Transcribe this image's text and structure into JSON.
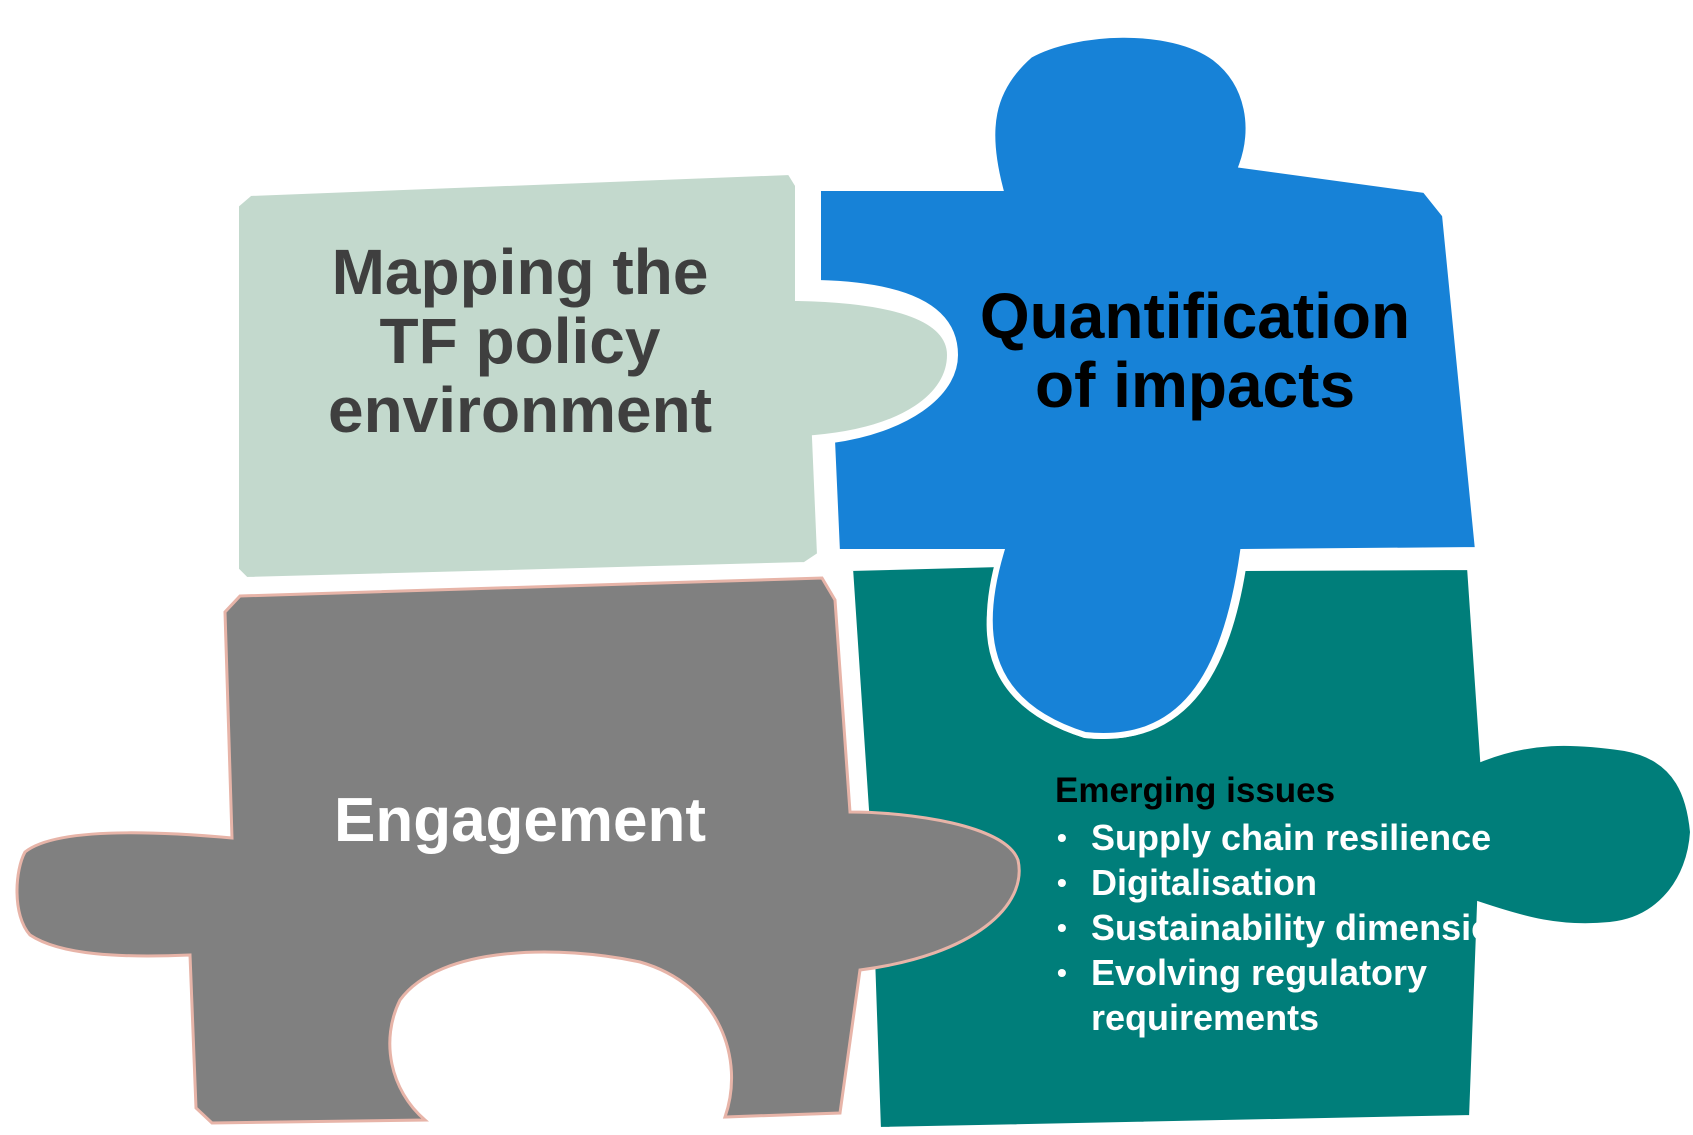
{
  "pieces": {
    "mapping": {
      "lines": [
        "Mapping the",
        "TF policy",
        "environment"
      ],
      "color": "#c3d9cd",
      "text_color": "#3f3f3f"
    },
    "quantification": {
      "lines": [
        "Quantification",
        "of impacts"
      ],
      "color": "#1782d7",
      "text_color": "#000000"
    },
    "engagement": {
      "label": "Engagement",
      "color": "#808080",
      "text_color": "#ffffff"
    },
    "emerging": {
      "title": "Emerging issues",
      "items": [
        "Supply chain resilience",
        "Digitalisation",
        "Sustainability dimensions",
        "Evolving regulatory requirements"
      ],
      "color": "#007e7a",
      "title_color": "#000000",
      "text_color": "#ffffff"
    }
  }
}
